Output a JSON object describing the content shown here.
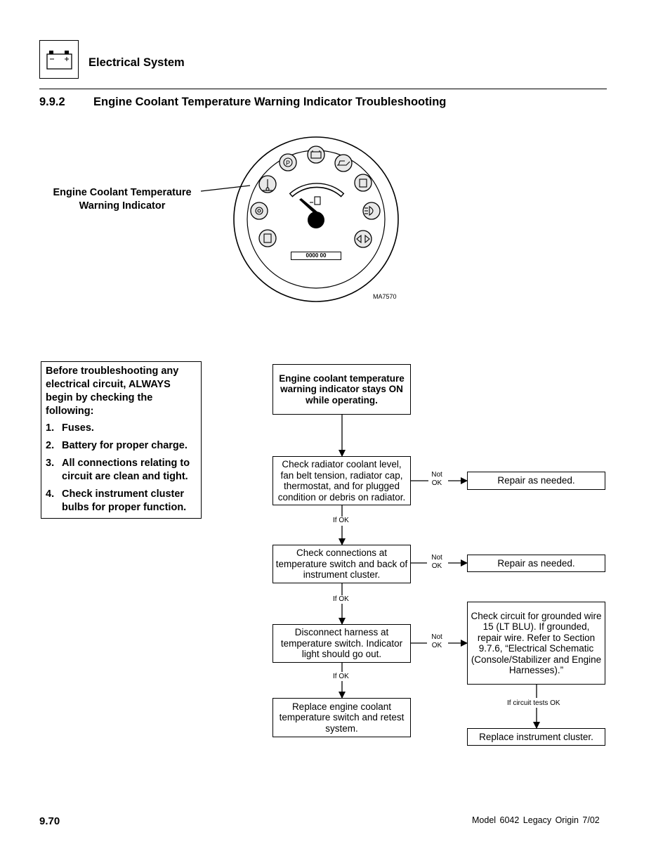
{
  "header": {
    "section_title": "Electrical System",
    "icon": "battery-icon"
  },
  "section": {
    "number": "9.9.2",
    "title": "Engine Coolant Temperature Warning Indicator Troubleshooting"
  },
  "figure": {
    "callout_label": "Engine Coolant Temperature Warning Indicator",
    "odometer_text": "0000 00",
    "figure_id": "MA7570"
  },
  "precheck": {
    "intro": "Before troubleshooting any electrical circuit, ALWAYS begin by checking the following:",
    "items": [
      {
        "num": "1.",
        "text": "Fuses."
      },
      {
        "num": "2.",
        "text": "Battery for proper charge."
      },
      {
        "num": "3.",
        "text": "All connections relating to circuit are clean and tight."
      },
      {
        "num": "4.",
        "text": "Check instrument cluster bulbs for proper function."
      }
    ]
  },
  "flowchart": {
    "start": "Engine coolant temperature warning indicator stays ON while operating.",
    "step1": "Check radiator coolant level, fan belt tension, radiator cap, thermostat, and for plugged condition or debris on radiator.",
    "step2": "Check connections at temperature switch and back of instrument cluster.",
    "step3": "Disconnect harness at temperature switch. Indicator light should go out.",
    "step4": "Replace engine coolant temperature switch and retest system.",
    "repair1": "Repair as needed.",
    "repair2": "Repair as needed.",
    "circuit_check": "Check circuit for grounded wire 15 (LT BLU). If grounded, repair wire. Refer to Section 9.7.6, “Electrical Schematic (Console/Stabilizer and Engine Harnesses).”",
    "replace_cluster": "Replace instrument cluster.",
    "label_not": "Not",
    "label_ok": "OK",
    "label_if_ok": "If OK",
    "label_circuit_ok": "If circuit tests OK"
  },
  "footer": {
    "page_number": "9.70",
    "model_info": "Model 6042 Legacy Origin 7/02"
  }
}
